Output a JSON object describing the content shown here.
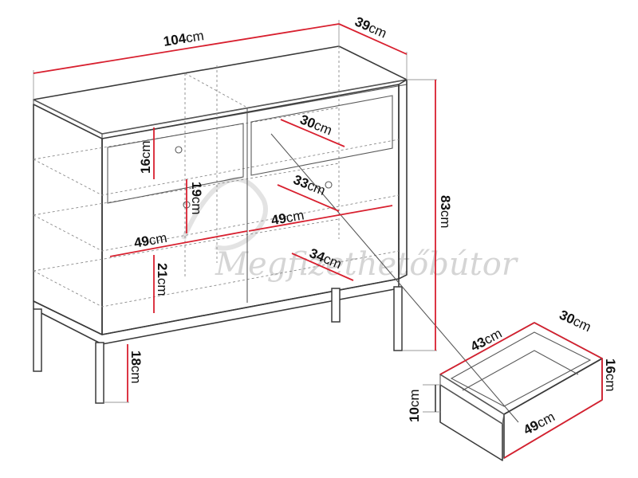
{
  "dimensions": {
    "width": "104cm",
    "depth": "39cm",
    "height": "83cm",
    "leg_height": "18cm",
    "upper_drawer_depth": "30cm",
    "upper_drawer_height": "16cm",
    "middle_shelf_depth": "33cm",
    "middle_height": "19cm",
    "middle_width_right": "49cm",
    "middle_width_left": "49cm",
    "lower_shelf_depth": "34cm",
    "lower_height": "21cm",
    "drawer_outer_width": "43cm",
    "drawer_outer_depth": "30cm",
    "drawer_outer_height": "16cm",
    "drawer_inner_height": "10cm",
    "drawer_inner_width": "49cm"
  },
  "watermark": "Megfizethetőbútor",
  "colors": {
    "dimension_line": "#d8202f",
    "outline": "#3a3a3a",
    "hidden_line": "#8a8a8a"
  }
}
